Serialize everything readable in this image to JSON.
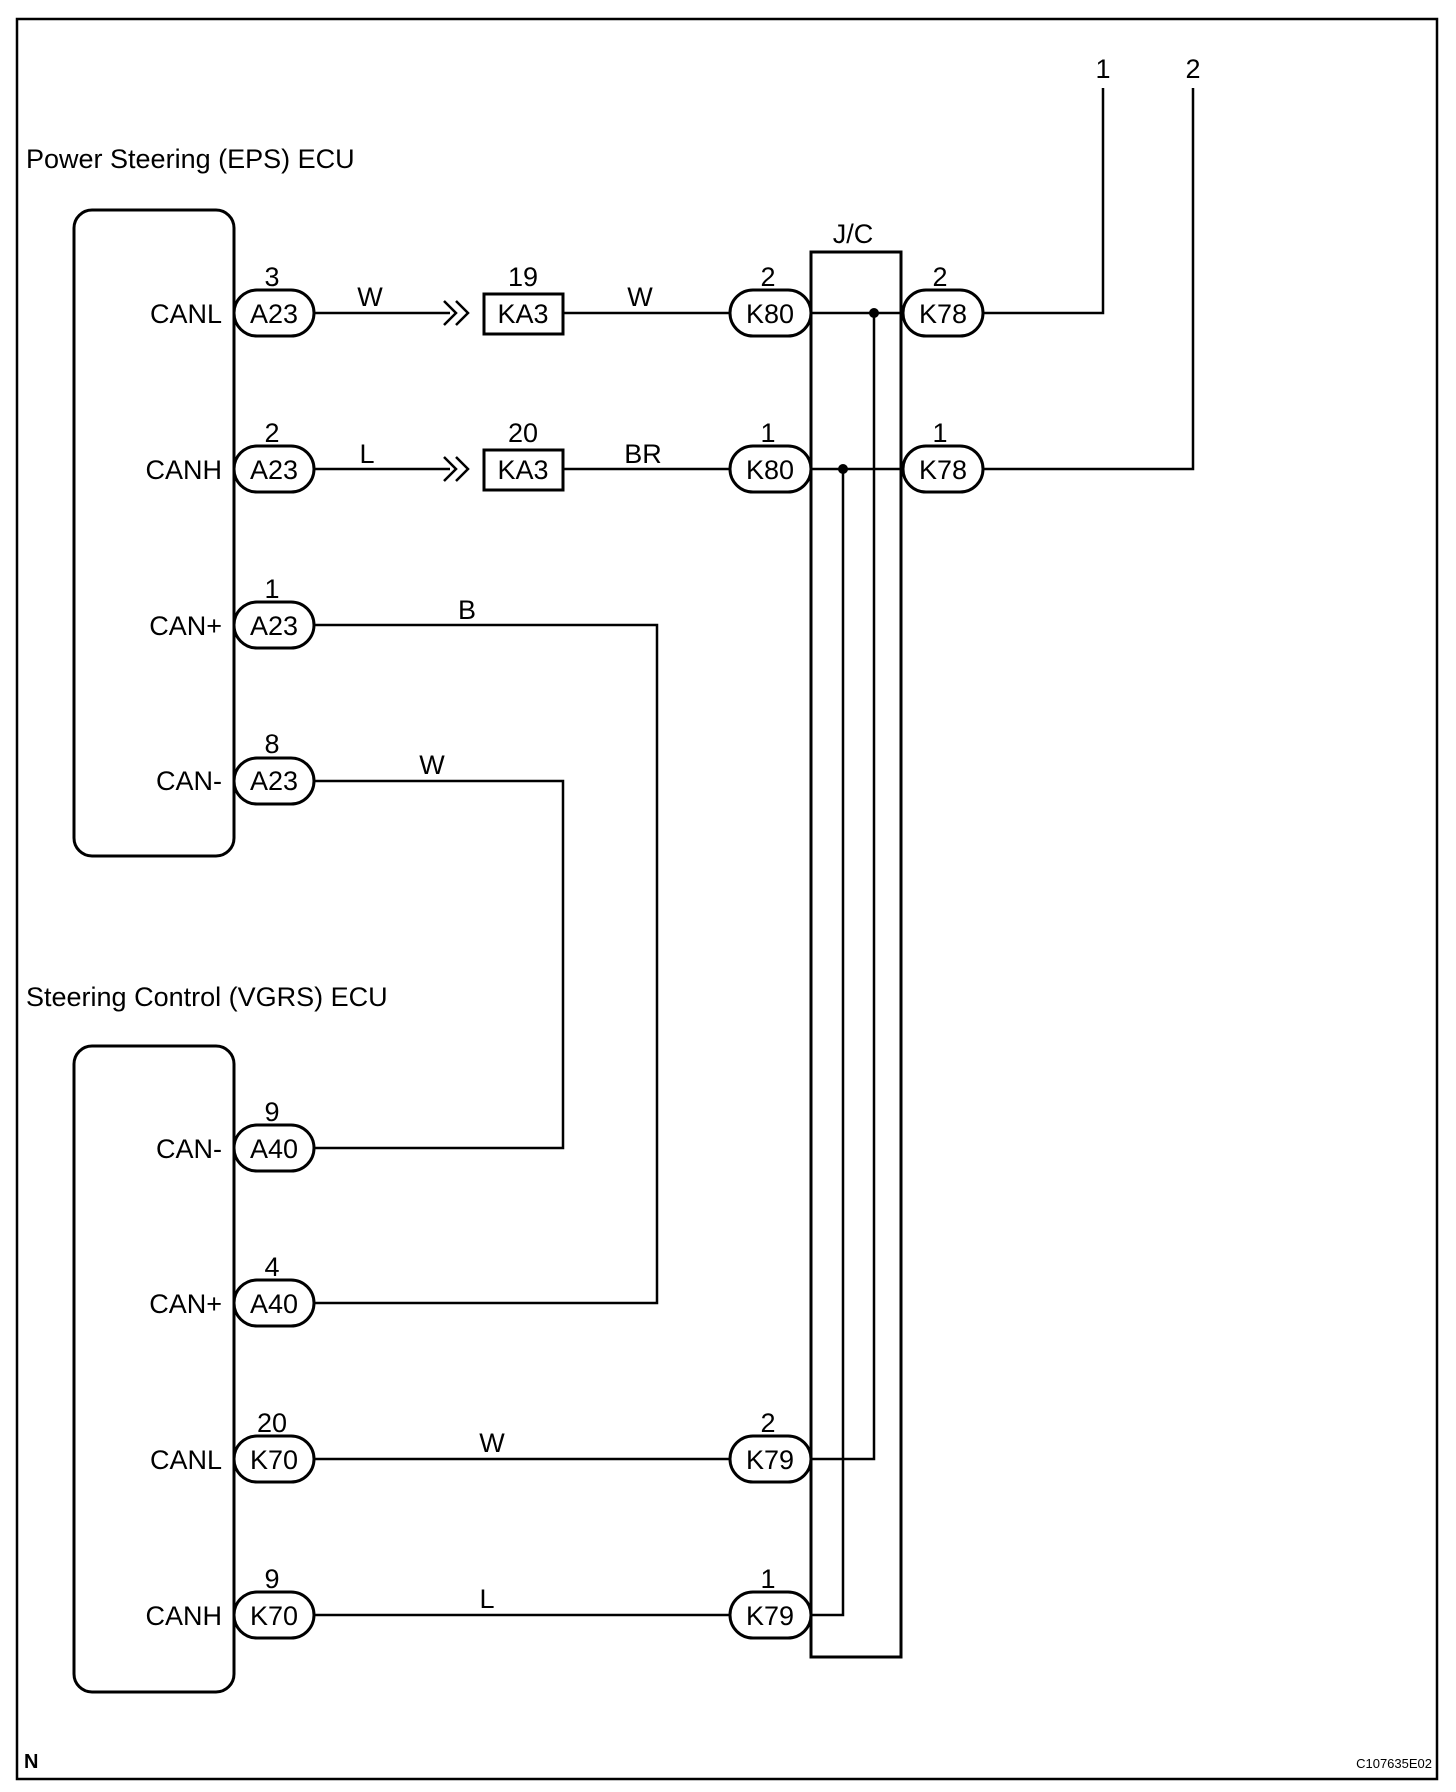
{
  "ecus": {
    "eps": {
      "title": "Power Steering (EPS) ECU",
      "pins": [
        "CANL",
        "CANH",
        "CAN+",
        "CAN-"
      ]
    },
    "vgrs": {
      "title": "Steering Control (VGRS) ECU",
      "pins": [
        "CAN-",
        "CAN+",
        "CANL",
        "CANH"
      ]
    }
  },
  "junction": {
    "label": "J/C"
  },
  "ecu_connectors": [
    {
      "pin": "3",
      "id": "A23"
    },
    {
      "pin": "2",
      "id": "A23"
    },
    {
      "pin": "1",
      "id": "A23"
    },
    {
      "pin": "8",
      "id": "A23"
    },
    {
      "pin": "9",
      "id": "A40"
    },
    {
      "pin": "4",
      "id": "A40"
    },
    {
      "pin": "20",
      "id": "K70"
    },
    {
      "pin": "9",
      "id": "K70"
    }
  ],
  "inline_connectors": [
    {
      "pin": "19",
      "id": "KA3"
    },
    {
      "pin": "20",
      "id": "KA3"
    }
  ],
  "jc_connectors": [
    {
      "pin": "2",
      "id": "K80"
    },
    {
      "pin": "1",
      "id": "K80"
    },
    {
      "pin": "2",
      "id": "K78"
    },
    {
      "pin": "1",
      "id": "K78"
    },
    {
      "pin": "2",
      "id": "K79"
    },
    {
      "pin": "1",
      "id": "K79"
    }
  ],
  "wire_colors": {
    "canl_a": "W",
    "canl_b": "W",
    "canh_a": "L",
    "canh_b": "BR",
    "canp": "B",
    "canm": "W",
    "vgrs_canl": "W",
    "vgrs_canh": "L"
  },
  "outputs": [
    "1",
    "2"
  ],
  "corner_mark": "N",
  "figure_code": "C107635E02"
}
